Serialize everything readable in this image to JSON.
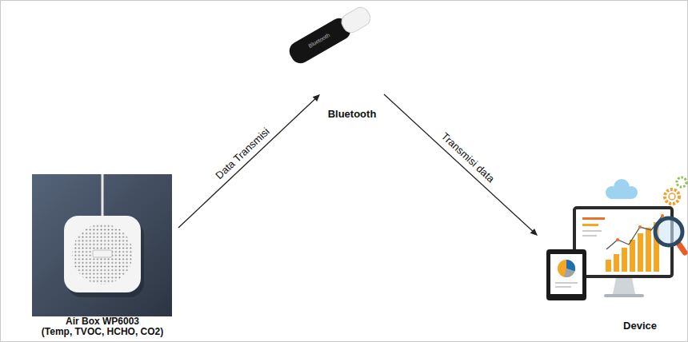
{
  "diagram": {
    "nodes": [
      {
        "text": [
          "Air Box WP6003",
          "(Temp, TVOC, HCHO, CO2)"
        ]
      },
      {
        "text": [
          "Bluetooth"
        ]
      },
      {
        "text": [
          "Device"
        ]
      }
    ],
    "edges": [
      {
        "from": 0,
        "to": 1,
        "arrow": "to",
        "label": "Data Transmisi"
      },
      {
        "from": 1,
        "to": 2,
        "arrow": "to",
        "label": "Transmisi data"
      }
    ],
    "labels": [
      "Bluetooth"
    ]
  }
}
